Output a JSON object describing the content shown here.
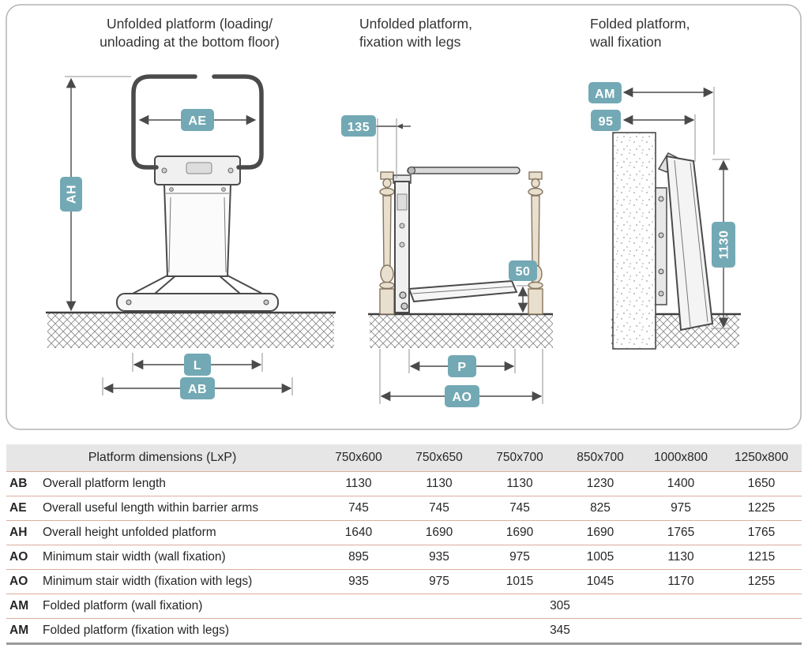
{
  "colors": {
    "badge": "#73a9b4",
    "row_divider": "#dcae9e"
  },
  "panels": {
    "p1": {
      "title1": "Unfolded platform (loading/",
      "title2": "unloading at the bottom floor)",
      "badge_ae": "AE",
      "badge_ah": "AH",
      "badge_l": "L",
      "badge_ab": "AB"
    },
    "p2": {
      "title1": "Unfolded platform,",
      "title2": "fixation with legs",
      "badge_135": "135",
      "badge_50": "50",
      "badge_p": "P",
      "badge_ao": "AO"
    },
    "p3": {
      "title1": "Folded platform,",
      "title2": "wall fixation",
      "badge_am": "AM",
      "badge_95": "95",
      "badge_1130": "1130"
    }
  },
  "table": {
    "header": {
      "title": "Platform dimensions (LxP)",
      "columns": [
        "750x600",
        "750x650",
        "750x700",
        "850x700",
        "1000x800",
        "1250x800"
      ]
    },
    "rows": [
      {
        "code": "AB",
        "label": "Overall platform length",
        "values": [
          "1130",
          "1130",
          "1130",
          "1230",
          "1400",
          "1650"
        ]
      },
      {
        "code": "AE",
        "label": "Overall useful length within barrier arms",
        "values": [
          "745",
          "745",
          "745",
          "825",
          "975",
          "1225"
        ]
      },
      {
        "code": "AH",
        "label": "Overall height unfolded platform",
        "values": [
          "1640",
          "1690",
          "1690",
          "1690",
          "1765",
          "1765"
        ]
      },
      {
        "code": "AO",
        "label": "Minimum stair width (wall fixation)",
        "values": [
          "895",
          "935",
          "975",
          "1005",
          "1130",
          "1215"
        ]
      },
      {
        "code": "AO",
        "label": "Minimum stair width (fixation with legs)",
        "values": [
          "935",
          "975",
          "1015",
          "1045",
          "1170",
          "1255"
        ]
      }
    ],
    "span_rows": [
      {
        "code": "AM",
        "label": "Folded platform (wall fixation)",
        "value": "305"
      },
      {
        "code": "AM",
        "label": "Folded platform (fixation with legs)",
        "value": "345"
      }
    ]
  }
}
